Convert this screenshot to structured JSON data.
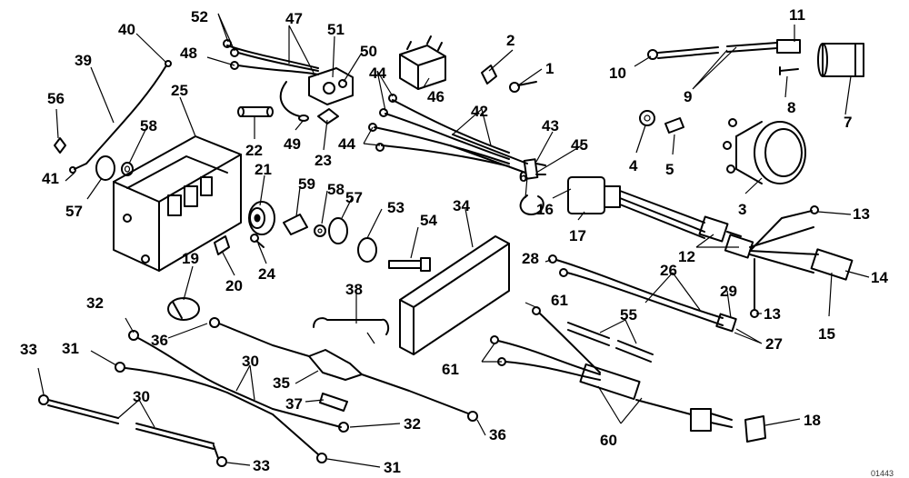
{
  "callouts": {
    "c1": "1",
    "c2": "2",
    "c3": "3",
    "c4": "4",
    "c5": "5",
    "c6": "6",
    "c7": "7",
    "c8": "8",
    "c9": "9",
    "c10": "10",
    "c11": "11",
    "c12": "12",
    "c13a": "13",
    "c13b": "13",
    "c14": "14",
    "c15": "15",
    "c16": "16",
    "c17": "17",
    "c18": "18",
    "c19": "19",
    "c20": "20",
    "c21": "21",
    "c22": "22",
    "c23": "23",
    "c24": "24",
    "c25": "25",
    "c26": "26",
    "c27": "27",
    "c28": "28",
    "c29": "29",
    "c30a": "30",
    "c30b": "30",
    "c31a": "31",
    "c31b": "31",
    "c32a": "32",
    "c32b": "32",
    "c33a": "33",
    "c33b": "33",
    "c34": "34",
    "c35": "35",
    "c36a": "36",
    "c36b": "36",
    "c37": "37",
    "c38": "38",
    "c39": "39",
    "c40": "40",
    "c41": "41",
    "c42": "42",
    "c43": "43",
    "c44a": "44",
    "c44b": "44",
    "c45": "45",
    "c46": "46",
    "c47": "47",
    "c48": "48",
    "c49": "49",
    "c50": "50",
    "c51": "51",
    "c52": "52",
    "c53": "53",
    "c54": "54",
    "c55": "55",
    "c56": "56",
    "c57a": "57",
    "c57b": "57",
    "c58a": "58",
    "c58b": "58",
    "c59": "59",
    "c60": "60",
    "c61a": "61",
    "c61b": "61"
  },
  "corner_mark": "01443"
}
